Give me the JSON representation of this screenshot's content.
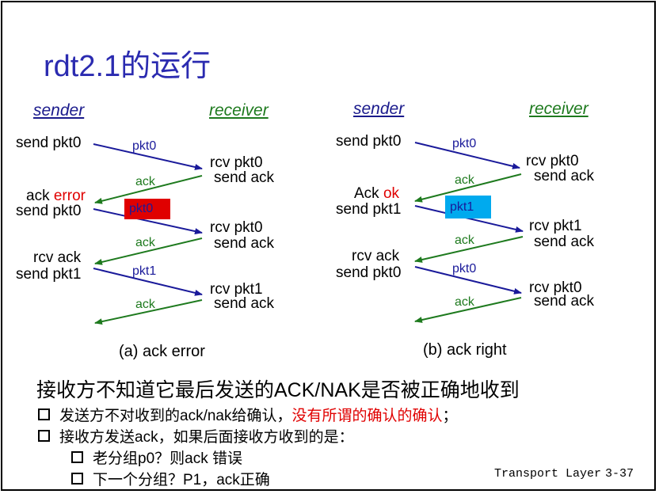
{
  "title": "rdt2.1的运行",
  "panel_a": {
    "sender": "sender",
    "receiver": "receiver",
    "send_pkt0": "send pkt0",
    "pkt0": "pkt0",
    "rcv_pkt0_1": "rcv pkt0",
    "send_ack_1": "send ack",
    "ack_1": "ack",
    "ack_word": "ack",
    "error": "error",
    "send_pkt0_2": "send pkt0",
    "pkt0_box": "pkt0",
    "rcv_pkt0_2": "rcv pkt0",
    "send_ack_2": "send ack",
    "ack_2": "ack",
    "rcv_ack": "rcv ack",
    "send_pkt1": "send pkt1",
    "pkt1": "pkt1",
    "rcv_pkt1": "rcv pkt1",
    "send_ack_3": "send ack",
    "ack_3": "ack",
    "caption": "(a) ack error"
  },
  "panel_b": {
    "sender": "sender",
    "receiver": "receiver",
    "send_pkt0": "send pkt0",
    "pkt0": "pkt0",
    "rcv_pkt0_1": "rcv pkt0",
    "send_ack_1": "send ack",
    "ack_1": "ack",
    "ack_word": "Ack",
    "ok": "ok",
    "send_pkt1": "send pkt1",
    "pkt1_box": "pkt1",
    "rcv_pkt1": "rcv pkt1",
    "send_ack_2": "send ack",
    "ack_2": "ack",
    "rcv_ack": "rcv ack",
    "send_pkt0_2": "send pkt0",
    "pkt0_2": "pkt0",
    "rcv_pkt0_2": "rcv pkt0",
    "send_ack_3": "send ack",
    "ack_3": "ack",
    "caption": "(b) ack right"
  },
  "heading": "接收方不知道它最后发送的ACK/NAK是否被正确地收到",
  "bullets": [
    {
      "text": "发送方不对收到的ack/nak给确认，",
      "highlight": "没有所谓的确认的确认",
      "tail": "；"
    },
    {
      "text": "接收方发送ack，如果后面接收方收到的是："
    }
  ],
  "sub_bullets": [
    "老分组p0？则ack 错误",
    "下一个分组？P1，ack正确"
  ],
  "footer": {
    "section": "Transport Layer",
    "page": "3-37"
  },
  "colors": {
    "title": "#2b2bb0",
    "packet_arrow": "#1a1a9a",
    "ack_arrow": "#1e7a1e",
    "error_box": "#e00000",
    "ok_box": "#00aaee",
    "highlight": "#e00000"
  }
}
